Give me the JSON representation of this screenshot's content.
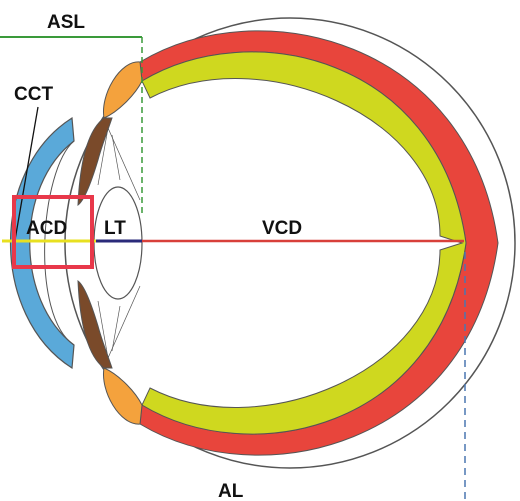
{
  "labels": {
    "asl": "ASL",
    "cct": "CCT",
    "acd": "ACD",
    "lt": "LT",
    "vcd": "VCD",
    "al": "AL"
  },
  "colors": {
    "sclera": "#ffffff",
    "outline": "#555555",
    "choroid": "#e8453c",
    "retina": "#cfd81f",
    "cornea": "#5aa9d9",
    "iris": "#7a4a2a",
    "ciliary_body": "#f4a23d",
    "lens": "#ffffff",
    "asl_line": "#3a9a3a",
    "acd_line": "#e8e020",
    "lt_line": "#2a2a7a",
    "vcd_line": "#d8403a",
    "al_line": "#4a76b0",
    "highlight_box": "#e8384a"
  }
}
